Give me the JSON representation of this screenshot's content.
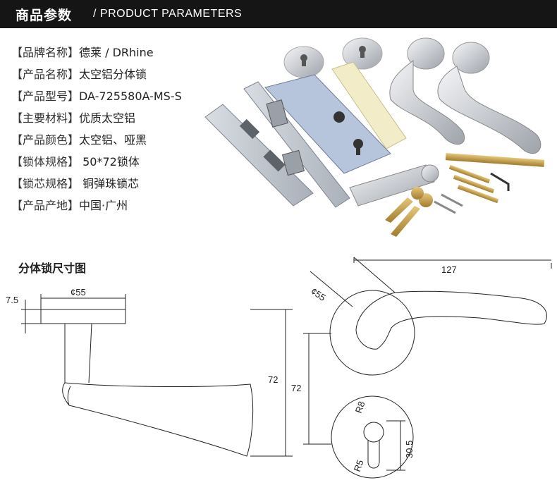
{
  "header": {
    "title_cn": "商品参数",
    "title_en": "/ PRODUCT  PARAMETERS"
  },
  "params": [
    {
      "key": "【品牌名称】",
      "value": "德莱 / DRhine"
    },
    {
      "key": "【产品名称】",
      "value": "太空铝分体锁"
    },
    {
      "key": "【产品型号】",
      "value": "DA-725580A-MS-S"
    },
    {
      "key": "【主要材料】",
      "value": "优质太空铝"
    },
    {
      "key": "【产品颜色】",
      "value": "太空铝、哑黑"
    },
    {
      "key": "【锁体规格】",
      "value": " 50*72锁体"
    },
    {
      "key": "【锁芯规格】",
      "value": " 铜弹珠锁芯"
    },
    {
      "key": "【产品产地】",
      "value": "中国·广州"
    }
  ],
  "drawing": {
    "title": "分体锁尺寸图",
    "dims": {
      "side_thickness": "7.5",
      "side_diameter": "¢55",
      "side_height": "72",
      "front_length": "127",
      "front_diameter": "¢55",
      "front_height": "72",
      "cyl_r8": "R8",
      "cyl_r5": "R5",
      "cyl_len": "30.5"
    }
  }
}
